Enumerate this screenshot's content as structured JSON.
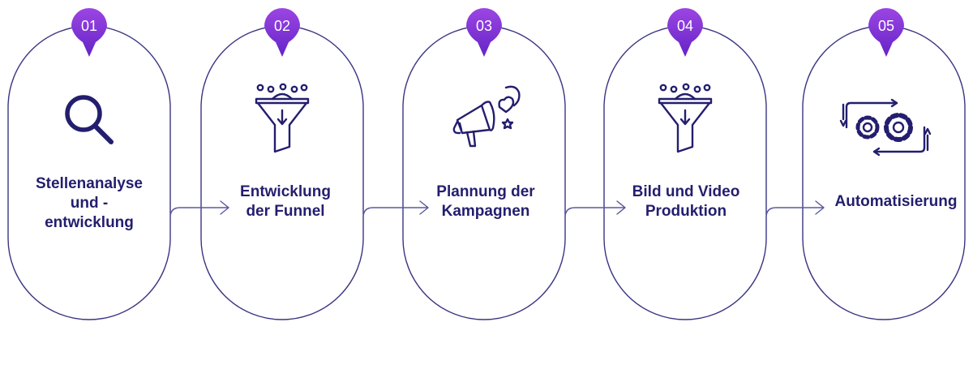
{
  "colors": {
    "outline": "#3a3582",
    "connector": "#5a58a0",
    "badge_top": "#8e3ddc",
    "badge_bottom": "#6a28cc",
    "icon": "#231e6e",
    "text": "#231e6e"
  },
  "steps": [
    {
      "number": "01",
      "title": "Stellenanalyse\nund -\nentwicklung",
      "icon": "magnifier-icon"
    },
    {
      "number": "02",
      "title": "Entwicklung\nder Funnel",
      "icon": "funnel-icon"
    },
    {
      "number": "03",
      "title": "Plannung der\nKampagnen",
      "icon": "megaphone-icon"
    },
    {
      "number": "04",
      "title": "Bild und Video\nProduktion",
      "icon": "funnel-icon"
    },
    {
      "number": "05",
      "title": "Automatisierung",
      "icon": "gears-cycle-icon"
    }
  ]
}
